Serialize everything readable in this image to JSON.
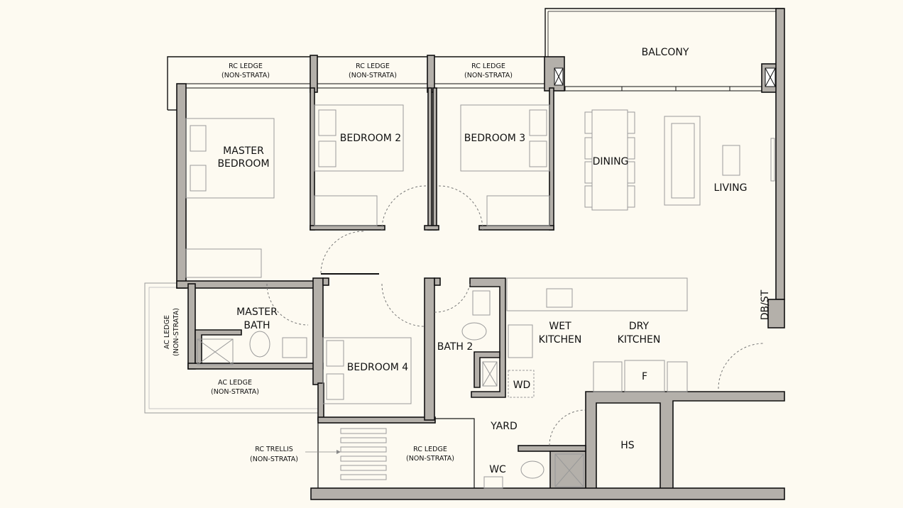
{
  "rooms": {
    "balcony": "BALCONY",
    "master_bedroom_1": "MASTER",
    "master_bedroom_2": "BEDROOM",
    "bedroom2": "BEDROOM 2",
    "bedroom3": "BEDROOM 3",
    "dining": "DINING",
    "living": "LIVING",
    "master_bath_1": "MASTER",
    "master_bath_2": "BATH",
    "bedroom4": "BEDROOM 4",
    "bath2": "BATH 2",
    "wet_kitchen_1": "WET",
    "wet_kitchen_2": "KITCHEN",
    "dry_kitchen_1": "DRY",
    "dry_kitchen_2": "KITCHEN",
    "dbst": "DB/ST",
    "fridge": "F",
    "wd": "WD",
    "yard": "YARD",
    "hs": "HS",
    "wc": "WC"
  },
  "ledges": {
    "rc1_a": "RC LEDGE",
    "rc1_b": "(NON-STRATA)",
    "rc2_a": "RC LEDGE",
    "rc2_b": "(NON-STRATA)",
    "rc3_a": "RC LEDGE",
    "rc3_b": "(NON-STRATA)",
    "ac_v_a": "AC LEDGE",
    "ac_v_b": "(NON-STRATA)",
    "ac_h_a": "AC LEDGE",
    "ac_h_b": "(NON-STRATA)",
    "trellis_a": "RC TRELLIS",
    "trellis_b": "(NON-STRATA)",
    "rc4_a": "RC LEDGE",
    "rc4_b": "(NON-STRATA)"
  },
  "colors": {
    "background": "#fdfaf1",
    "wall_fill": "#b4b0aa",
    "line": "#111111",
    "furniture": "#9a9a9a"
  }
}
